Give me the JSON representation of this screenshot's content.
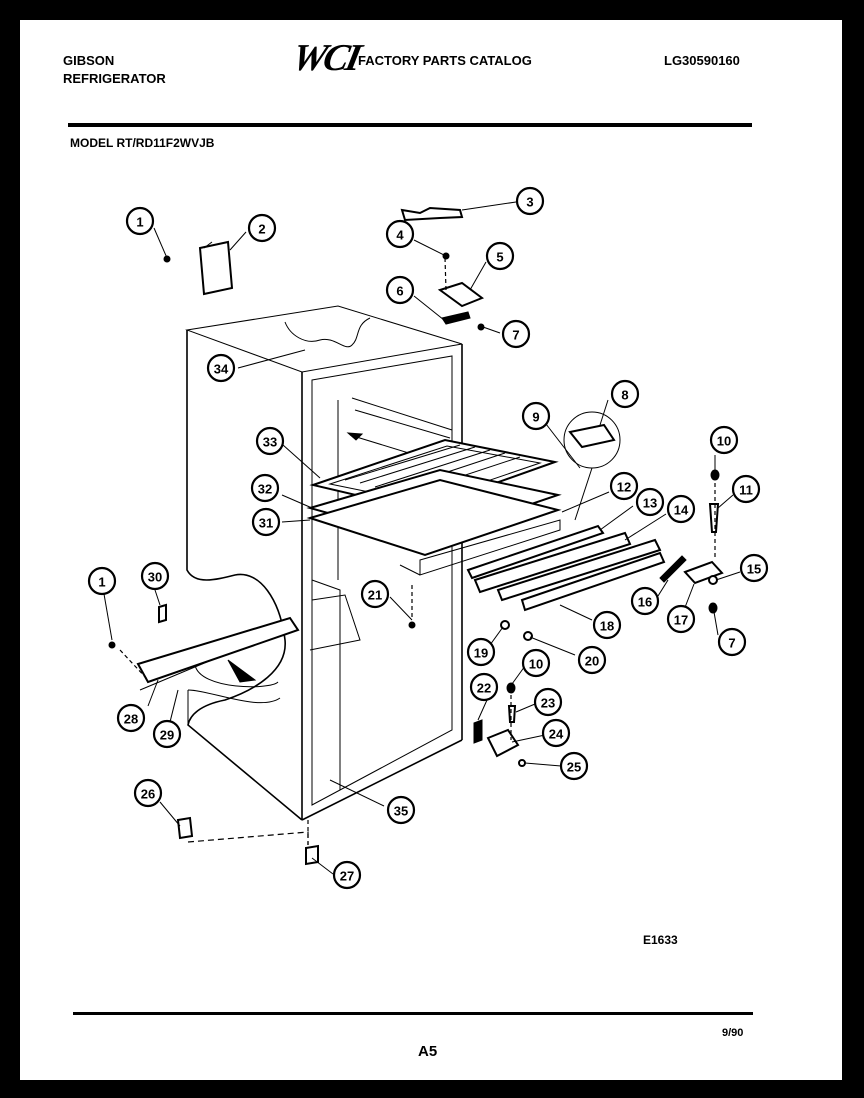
{
  "header": {
    "brand_line1": "GIBSON",
    "brand_line2": "REFRIGERATOR",
    "logo": "WCI",
    "catalog_title": "FACTORY PARTS CATALOG",
    "catalog_number": "LG30590160",
    "model": "MODEL RT/RD11F2WVJB"
  },
  "diagram": {
    "callouts": [
      "1",
      "2",
      "3",
      "4",
      "5",
      "6",
      "7",
      "34",
      "8",
      "9",
      "10",
      "11",
      "33",
      "32",
      "31",
      "12",
      "13",
      "14",
      "15",
      "16",
      "17",
      "18",
      "21",
      "30",
      "1",
      "28",
      "29",
      "19",
      "20",
      "10",
      "22",
      "23",
      "24",
      "25",
      "26",
      "27",
      "35",
      "7"
    ],
    "figure_code": "E1633"
  },
  "footer": {
    "page": "A5",
    "date": "9/90"
  }
}
